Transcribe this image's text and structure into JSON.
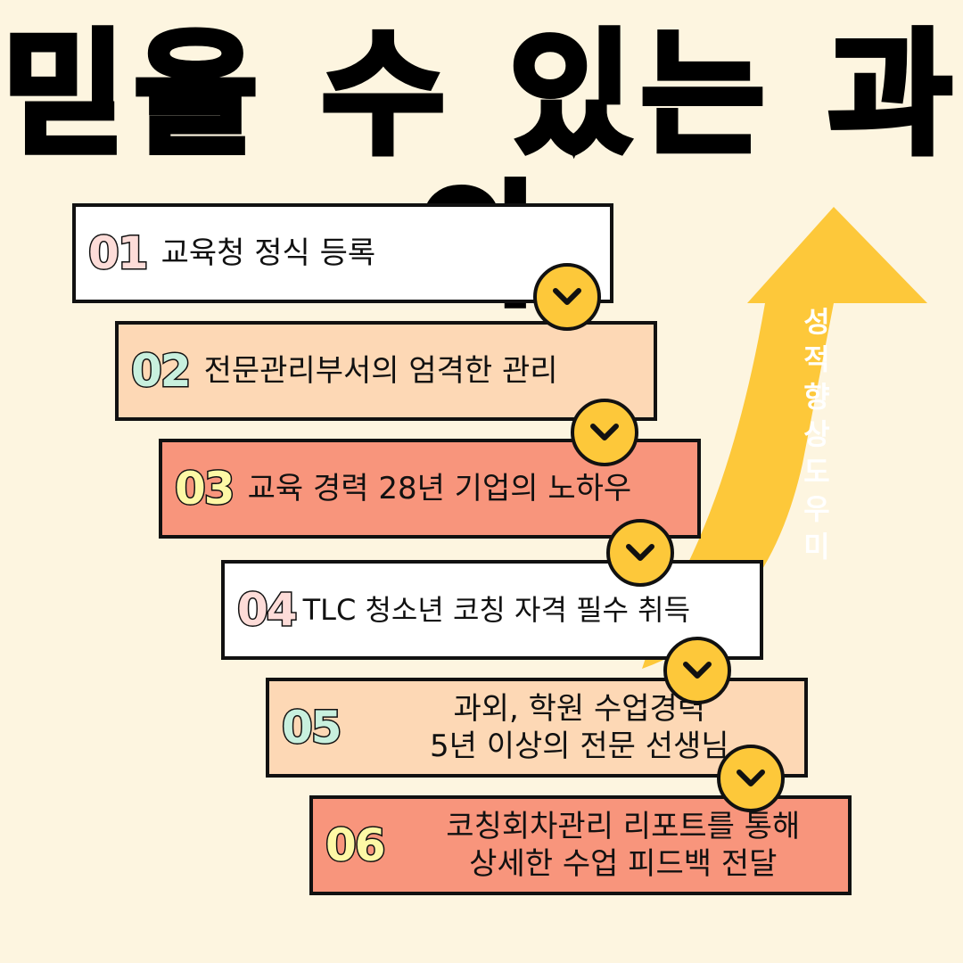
{
  "title": "믿을 수 있는 과외",
  "arrow_label": [
    "성",
    "적",
    "향",
    "상",
    "도",
    "우",
    "미"
  ],
  "colors": {
    "background": "#fdf5e0",
    "arrow": "#fdc83a",
    "chevron_circle": "#fdc83a",
    "white_box": "#ffffff",
    "peach_box": "#fdd8b5",
    "salmon_box": "#f8957c",
    "num_pink": "#fddcd8",
    "num_mint": "#c8f0de",
    "num_yellow": "#fef8a6"
  },
  "steps": [
    {
      "num": "01",
      "lines": [
        "교육청 정식 등록"
      ]
    },
    {
      "num": "02",
      "lines": [
        "전문관리부서의 엄격한 관리"
      ]
    },
    {
      "num": "03",
      "lines": [
        "교육 경력 28년 기업의 노하우"
      ]
    },
    {
      "num": "04",
      "lines": [
        "TLC 청소년 코칭 자격 필수 취득"
      ]
    },
    {
      "num": "05",
      "lines": [
        "과외, 학원 수업경력",
        "5년 이상의 전문 선생님"
      ]
    },
    {
      "num": "06",
      "lines": [
        "코칭회차관리 리포트를 통해",
        "상세한 수업 피드백 전달"
      ]
    }
  ],
  "icons": {
    "step_connector": "chevron-down-icon"
  }
}
